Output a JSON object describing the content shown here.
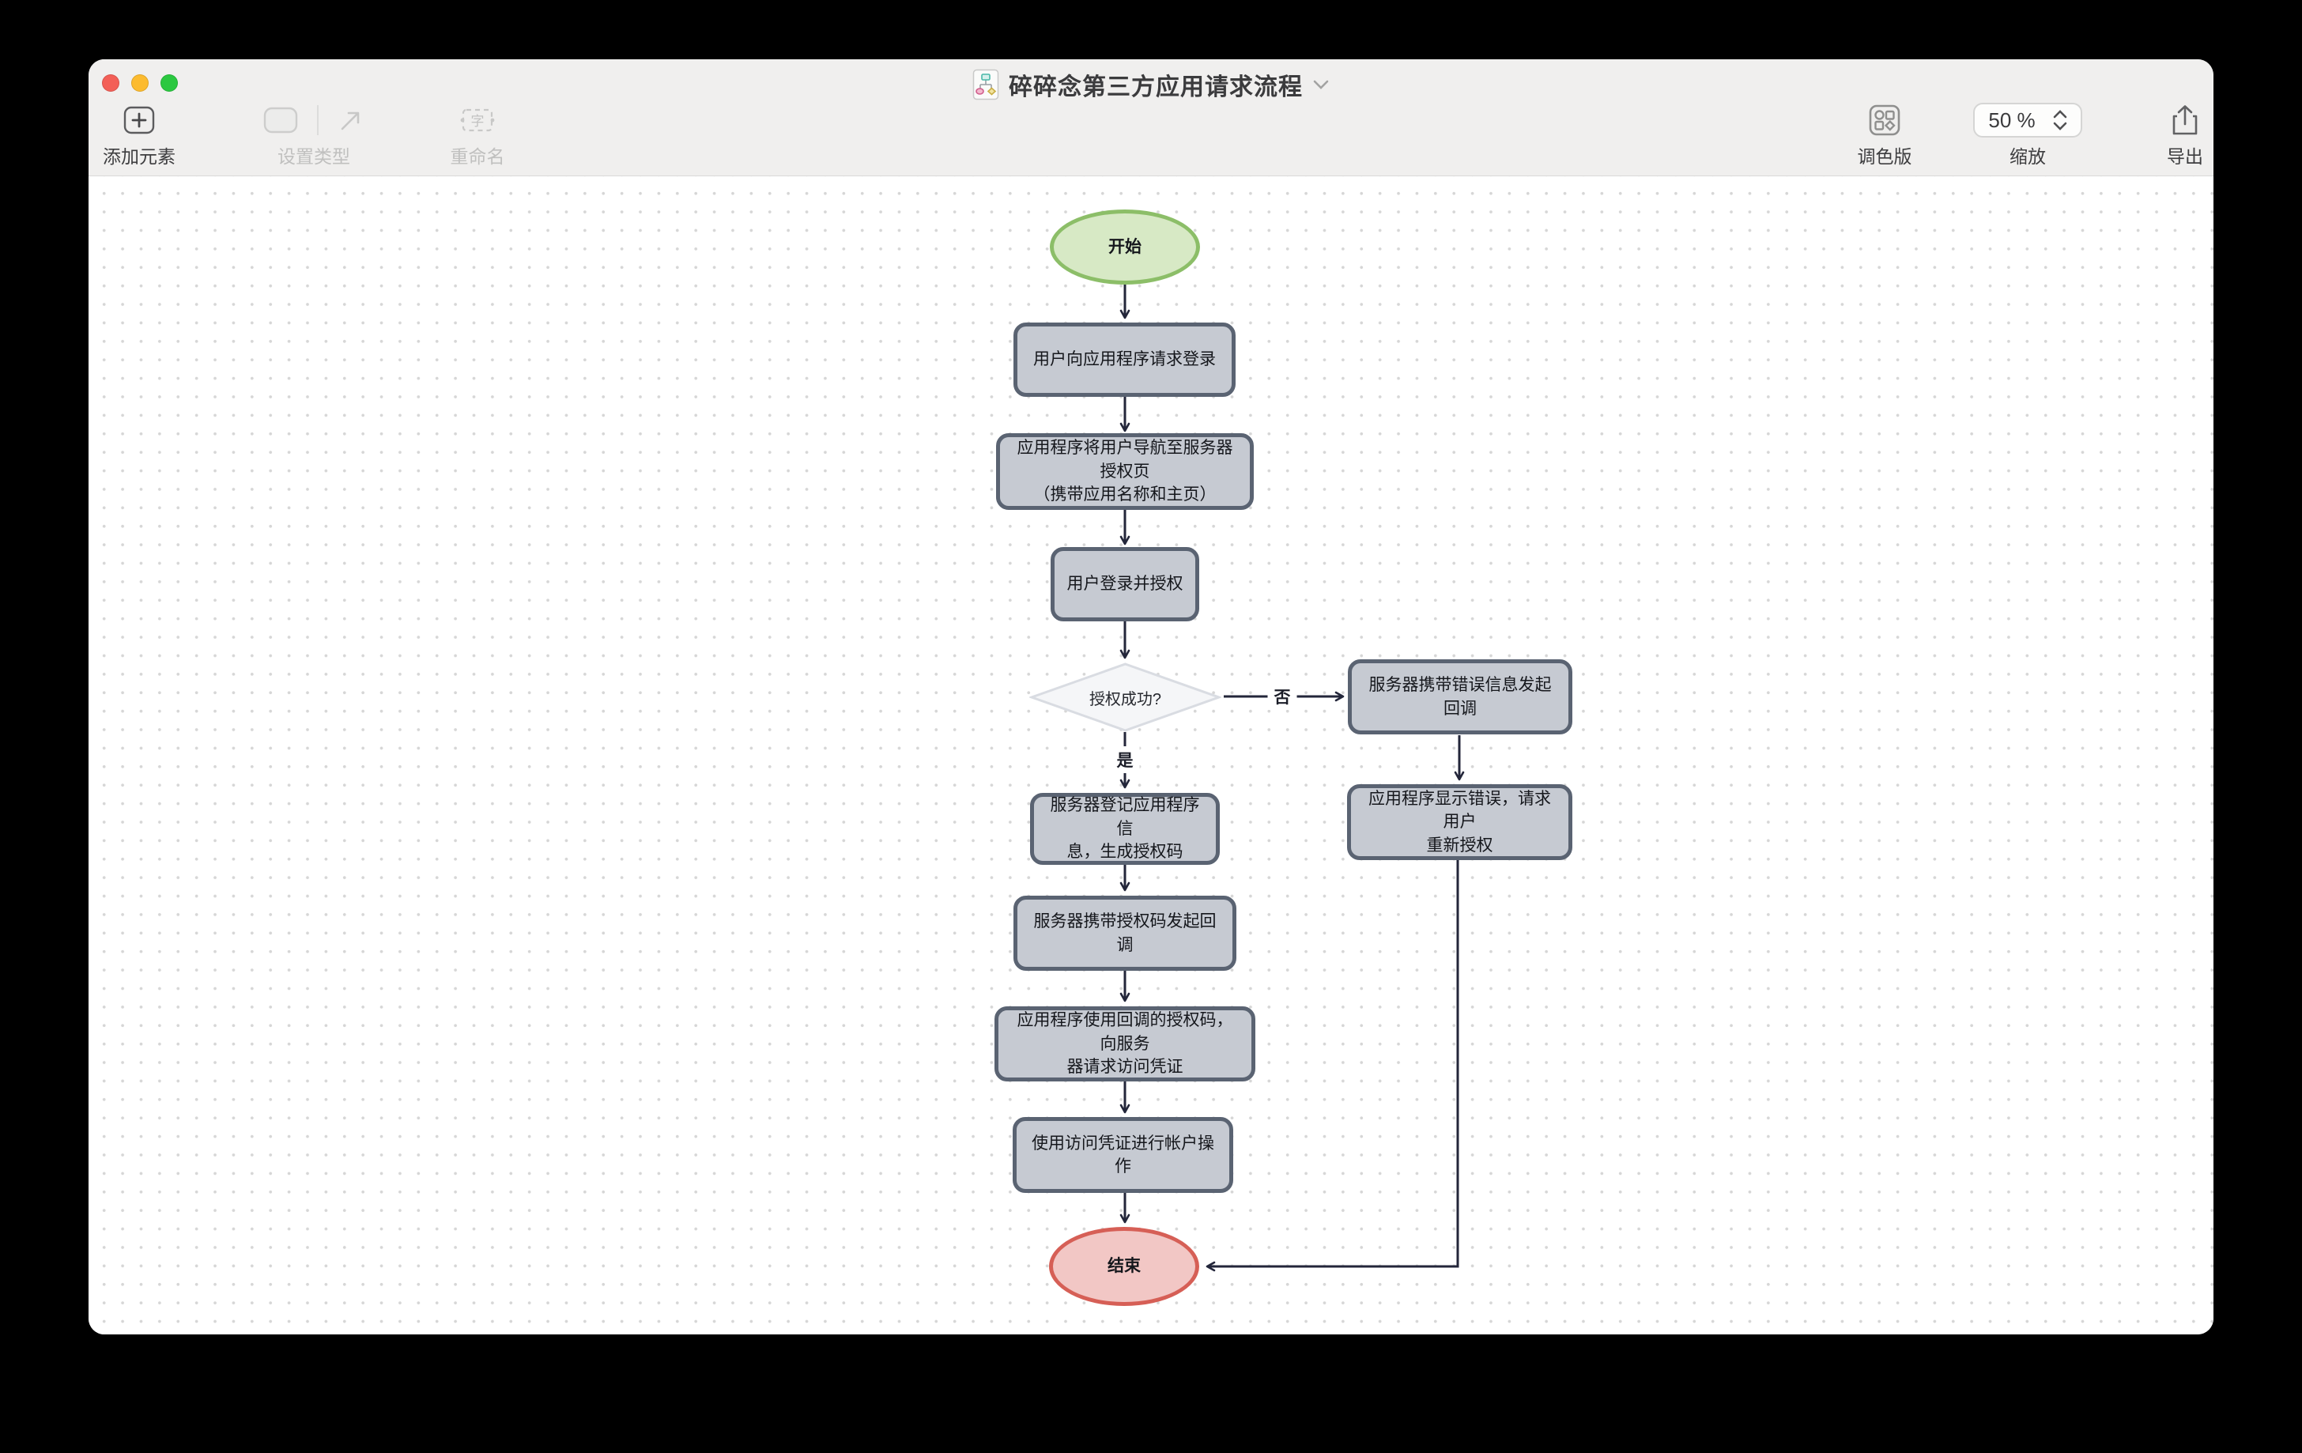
{
  "window": {
    "title": "碎碎念第三方应用请求流程",
    "toolbar": {
      "add_element": "添加元素",
      "set_type": "设置类型",
      "rename": "重命名",
      "palette": "调色版",
      "zoom_label": "缩放",
      "zoom_value": "50 %",
      "export": "导出"
    }
  },
  "colors": {
    "header_bg": "#f0efee",
    "canvas_bg": "#ffffff",
    "grid_dot": "#d6d6d6",
    "process_fill": "#c6cad2",
    "process_border": "#5a6372",
    "start_fill": "#d7e9c5",
    "start_border": "#8cbe68",
    "end_fill": "#f2c7c5",
    "end_border": "#d65f56",
    "decision_fill": "#f5f6f8",
    "decision_border": "#d9dce2",
    "connector": "#23263a",
    "traffic_red": "#f35f57",
    "traffic_yellow": "#fcbb2f",
    "traffic_green": "#2bc840"
  },
  "flowchart": {
    "nodes": {
      "start": "开始",
      "request_login": "用户向应用程序请求登录",
      "navigate": "应用程序将用户导航至服务器授权页\n（携带应用名称和主页）",
      "login_authorize": "用户登录并授权",
      "auth_success": "授权成功?",
      "register_info": "服务器登记应用程序信\n息，生成授权码",
      "callback_with_code": "服务器携带授权码发起回调",
      "request_credential": "应用程序使用回调的授权码，向服务\n器请求访问凭证",
      "use_credential": "使用访问凭证进行帐户操作",
      "end": "结束",
      "error_callback": "服务器携带错误信息发起回调",
      "show_error": "应用程序显示错误，请求用户\n重新授权"
    },
    "edge_labels": {
      "no": "否",
      "yes": "是"
    }
  }
}
